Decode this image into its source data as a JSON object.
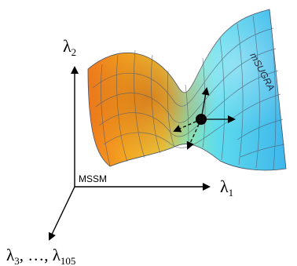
{
  "diagram": {
    "axes": {
      "vertical": {
        "symbol": "λ",
        "subscript": "2"
      },
      "horizontal": {
        "symbol": "λ",
        "subscript": "1"
      },
      "depth": {
        "first_symbol": "λ",
        "first_subscript": "3",
        "separator": ", …, ",
        "last_symbol": "λ",
        "last_subscript": "105"
      }
    },
    "origin_label": "MSSM",
    "surface_label": "mSUGRA",
    "colors": {
      "surface_warm": "#f3a321",
      "surface_cool": "#52d8ef",
      "mesh_lines": "#505a6e",
      "axis_lines": "#000000",
      "point": "#000000"
    }
  }
}
